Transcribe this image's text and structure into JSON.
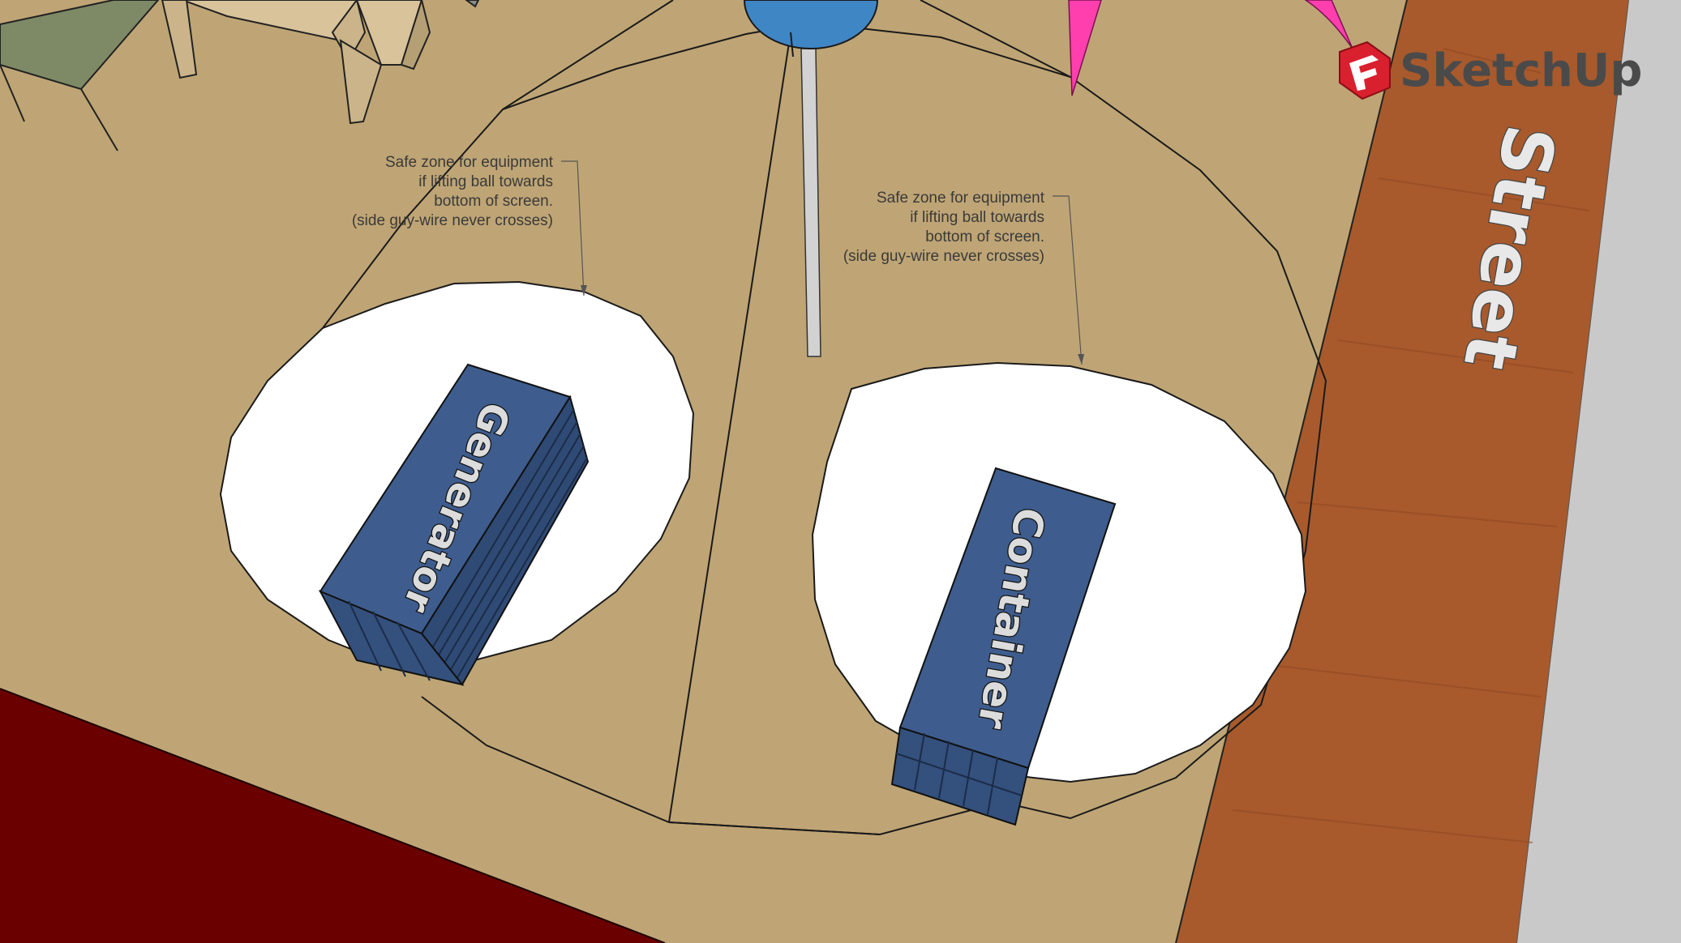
{
  "app": {
    "brand_name": "SketchUp",
    "brand_color": "#d9202e"
  },
  "annotations": {
    "left_safe_zone": [
      "Safe zone for equipment",
      "if lifting ball towards",
      "bottom of screen.",
      "(side guy-wire never crosses)"
    ],
    "right_safe_zone": [
      "Safe zone for equipment",
      "if lifting ball towards",
      "bottom of screen.",
      "(side guy-wire never crosses)"
    ]
  },
  "objects": {
    "left_container_label": "Generator",
    "right_container_label": "Container",
    "street_label": "Street"
  },
  "colors": {
    "ground": "#bfa575",
    "street": "#a85a2c",
    "sidewalk": "#c8c8c8",
    "red_carpet": "#6b0000",
    "container": "#3e5d8e",
    "ball": "#3f86c5",
    "sail": "#ff3fae"
  }
}
